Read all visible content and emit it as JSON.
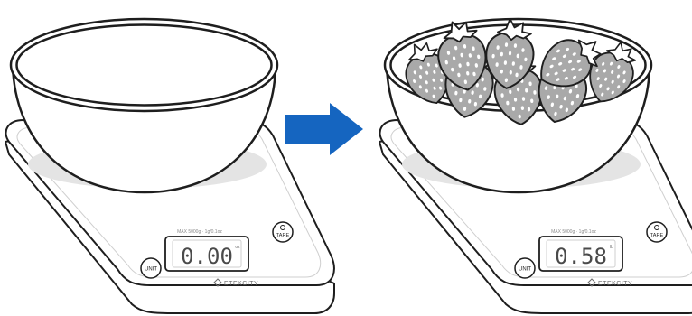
{
  "scales": [
    {
      "display": {
        "value": "0.00",
        "unit": "oz"
      },
      "spec_text": "MAX 5000g · 1g/0.1oz",
      "unit_button": "UNIT",
      "tare_button": "TARE",
      "brand": "ETEKCITY",
      "bowl_contents": "empty"
    },
    {
      "display": {
        "value": "0.58",
        "unit": "lb"
      },
      "spec_text": "MAX 5000g · 1g/0.1oz",
      "unit_button": "UNIT",
      "tare_button": "TARE",
      "brand": "ETEKCITY",
      "bowl_contents": "strawberries"
    }
  ],
  "arrow": {
    "color": "#1565c0",
    "direction": "right"
  },
  "colors": {
    "line": "#1e1e1e",
    "shadow": "#e4e4e4",
    "fruit": "#a9a9a9",
    "leaf": "#ffffff"
  }
}
